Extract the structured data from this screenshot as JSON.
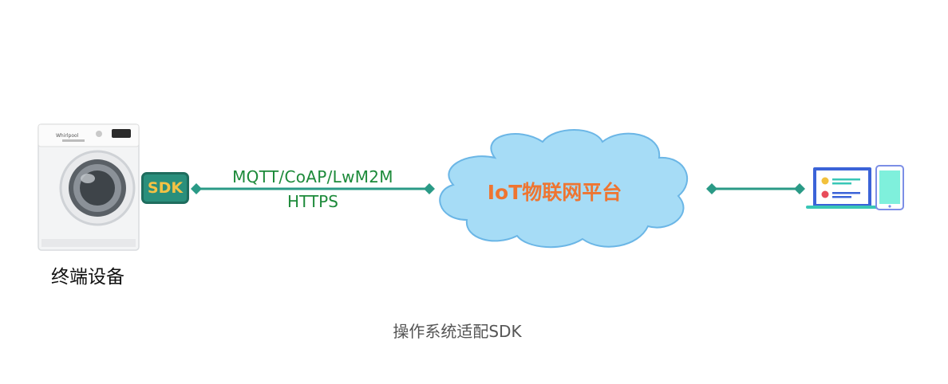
{
  "device": {
    "label": "终端设备",
    "brand_mark": "Whirlpool",
    "icon": "washing-machine-icon"
  },
  "sdk_badge": {
    "label": "SDK"
  },
  "protocols": {
    "line1": "MQTT/CoAP/LwM2M",
    "line2": "HTTPS"
  },
  "platform": {
    "label": "IoT物联网平台",
    "icon": "cloud-icon"
  },
  "client": {
    "icon": "laptop-tablet-icon"
  },
  "caption": "操作系统适配SDK",
  "colors": {
    "connector": "#2a9a86",
    "sdk_fill": "#2a8f7c",
    "sdk_text": "#f4c244",
    "protocol_text": "#1d8a3a",
    "cloud_fill": "#a6dcf6",
    "cloud_stroke": "#6bb6e6",
    "platform_text": "#ee7531"
  }
}
